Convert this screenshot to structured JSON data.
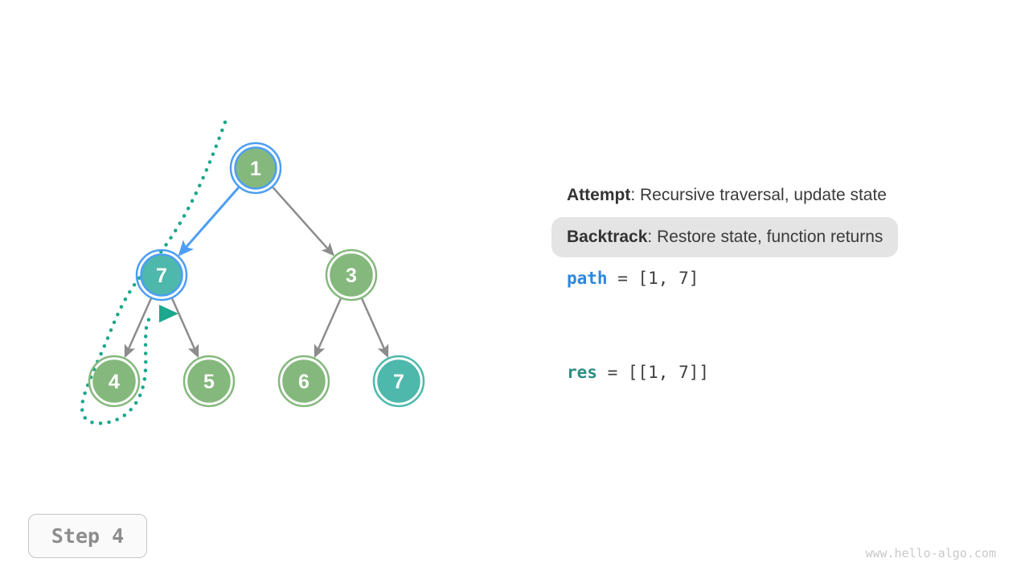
{
  "tree": {
    "nodes": [
      {
        "label": "1",
        "state": "on-current-path-root",
        "fill_color": "#85b87d",
        "ring_color": "#4c9ef5"
      },
      {
        "label": "7",
        "state": "current-node",
        "fill_color": "#4db8ab",
        "ring_color": "#4c9ef5"
      },
      {
        "label": "3",
        "state": "unvisited",
        "fill_color": "#85b87d",
        "ring_color": "#85b87d"
      },
      {
        "label": "4",
        "state": "backtracked",
        "fill_color": "#85b87d",
        "ring_color": "#85b87d"
      },
      {
        "label": "5",
        "state": "unvisited",
        "fill_color": "#85b87d",
        "ring_color": "#85b87d"
      },
      {
        "label": "6",
        "state": "unvisited",
        "fill_color": "#85b87d",
        "ring_color": "#85b87d"
      },
      {
        "label": "7",
        "state": "solution-node",
        "fill_color": "#4db8ab",
        "ring_color": "#4db8ab"
      }
    ],
    "edges": [
      {
        "from": "1",
        "to": "7",
        "highlighted": true
      },
      {
        "from": "1",
        "to": "3",
        "highlighted": false
      },
      {
        "from": "7",
        "to": "4",
        "highlighted": false
      },
      {
        "from": "7",
        "to": "5",
        "highlighted": false
      },
      {
        "from": "3",
        "to": "6",
        "highlighted": false
      },
      {
        "from": "3",
        "to": "7",
        "highlighted": false
      }
    ],
    "backtrack_trail": "dotted teal curve from above root, down past node 7, looping around node 4 and returning upward to an arrowhead beside node 7"
  },
  "legend": {
    "attempt_label": "Attempt",
    "attempt_text": ": Recursive traversal, update state",
    "backtrack_label": "Backtrack",
    "backtrack_text": ": Restore state, function returns"
  },
  "state": {
    "path_name": "path",
    "path_rest": " = [1, 7]",
    "res_name": "res",
    "res_rest": " = [[1, 7]]"
  },
  "step_indicator": "Step 4",
  "watermark": "www.hello-algo.com",
  "colors": {
    "node_green": "#85b87d",
    "node_teal": "#4db8ab",
    "highlight_blue": "#4c9ef5",
    "edge_gray": "#8c8c8c",
    "backtrack_teal": "#1ba88c",
    "path_var_blue": "#2d87dd",
    "res_var_teal": "#2e8f82",
    "chip_background": "#e4e4e4",
    "text_dark": "#3a3a3a",
    "step_gray": "#8d8d8d",
    "watermark_gray": "#c9c9c9"
  }
}
